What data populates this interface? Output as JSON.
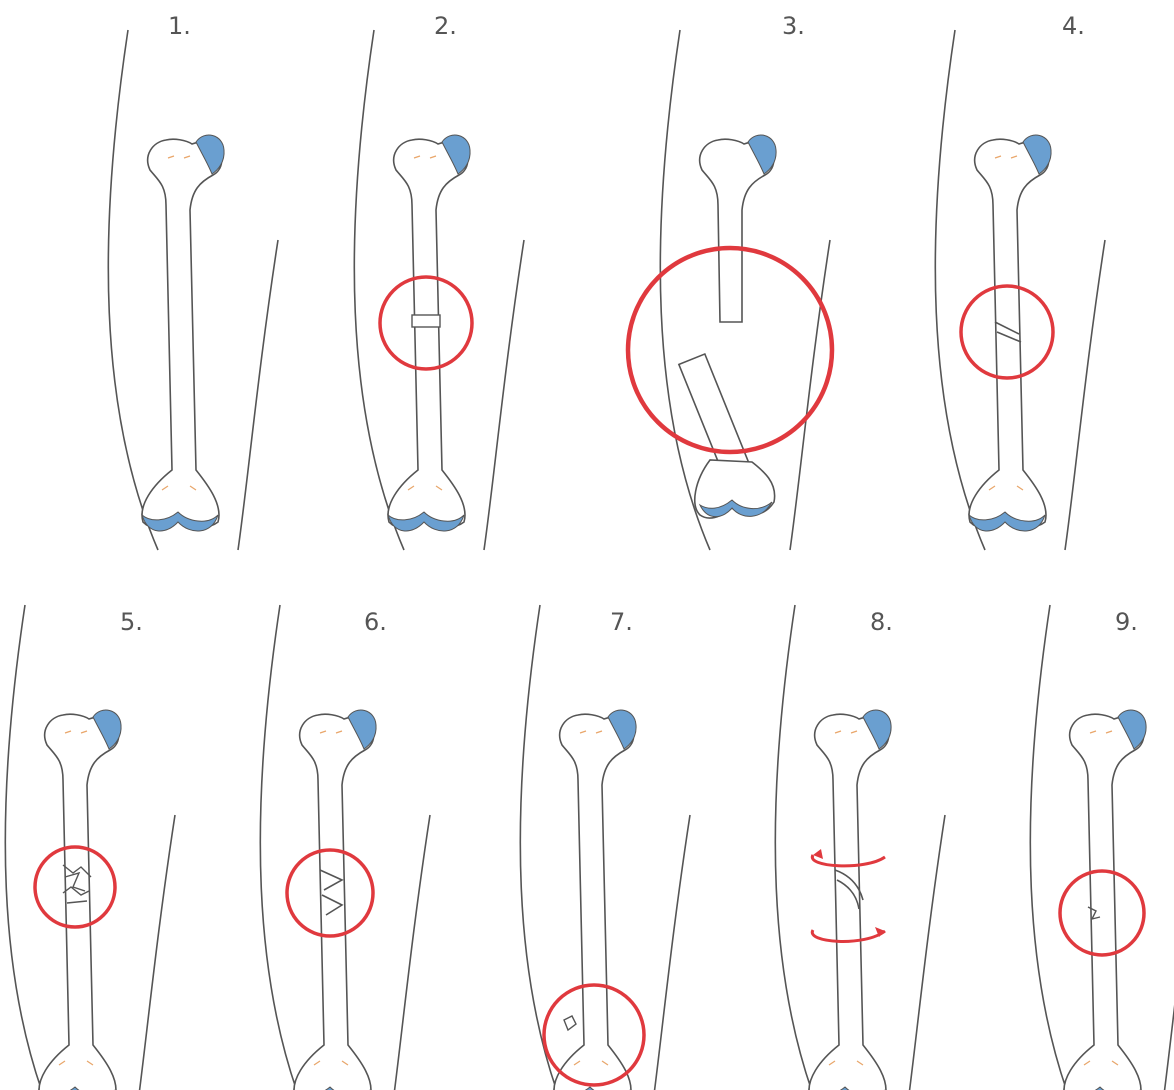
{
  "colors": {
    "highlight": "#e0393e",
    "cartilage": "#6a9fd0",
    "outline": "#555555",
    "label": "#555555"
  },
  "panels": [
    {
      "id": "p1",
      "label": "1.",
      "highlight": "none"
    },
    {
      "id": "p2",
      "label": "2.",
      "highlight": "circle"
    },
    {
      "id": "p3",
      "label": "3.",
      "highlight": "circle"
    },
    {
      "id": "p4",
      "label": "4.",
      "highlight": "circle"
    },
    {
      "id": "p5",
      "label": "5.",
      "highlight": "circle"
    },
    {
      "id": "p6",
      "label": "6.",
      "highlight": "circle"
    },
    {
      "id": "p7",
      "label": "7.",
      "highlight": "circle"
    },
    {
      "id": "p8",
      "label": "8.",
      "highlight": "rotation-arrows"
    },
    {
      "id": "p9",
      "label": "9.",
      "highlight": "circle"
    }
  ]
}
